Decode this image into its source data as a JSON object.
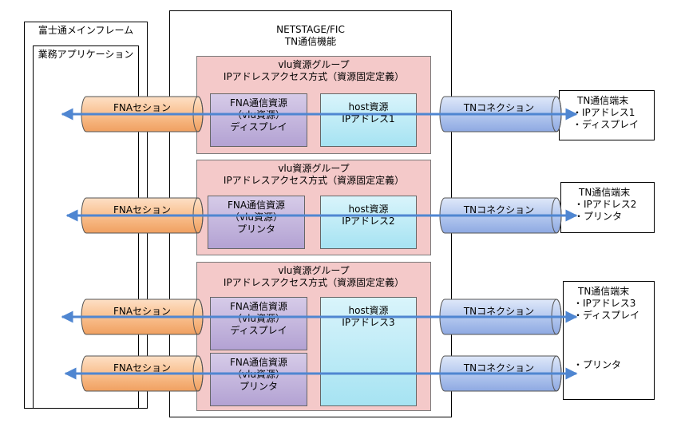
{
  "mainframe": {
    "title": "富士通メインフレーム",
    "app": "業務アプリケーション"
  },
  "netstage": {
    "line1": "NETSTAGE/FIC",
    "line2": "TN通信機能"
  },
  "groups": [
    {
      "line1": "vlu資源グループ",
      "line2": "IPアドレスアクセス方式（資源固定定義）"
    },
    {
      "line1": "vlu資源グループ",
      "line2": "IPアドレスアクセス方式（資源固定定義）"
    },
    {
      "line1": "vlu資源グループ",
      "line2": "IPアドレスアクセス方式（資源固定定義）"
    }
  ],
  "fna_resources": [
    {
      "l1": "FNA通信資源",
      "l2": "（vlu資源）",
      "l3": "ディスプレイ"
    },
    {
      "l1": "FNA通信資源",
      "l2": "（vlu資源）",
      "l3": "プリンタ"
    },
    {
      "l1": "FNA通信資源",
      "l2": "（vlu資源）",
      "l3": "ディスプレイ"
    },
    {
      "l1": "FNA通信資源",
      "l2": "（vlu資源）",
      "l3": "プリンタ"
    }
  ],
  "host_resources": [
    {
      "l1": "host資源",
      "l2": "IPアドレス1"
    },
    {
      "l1": "host資源",
      "l2": "IPアドレス2"
    },
    {
      "l1": "host資源",
      "l2": "IPアドレス3"
    }
  ],
  "fna_session_label": "FNAセション",
  "tn_connection_label": "TNコネクション",
  "terminals": [
    {
      "title": "TN通信端末",
      "items": [
        "・IPアドレス1",
        "・ディスプレイ"
      ]
    },
    {
      "title": "TN通信端末",
      "items": [
        "・IPアドレス2",
        "・プリンタ"
      ]
    },
    {
      "title": "TN通信端末",
      "items": [
        "・IPアドレス3",
        "・ディスプレイ",
        "・プリンタ"
      ]
    }
  ],
  "colors": {
    "group_fill": "#f4c9c9",
    "fna_resource": "#c4b6de",
    "host_resource": "#bdebf7",
    "fna_pipe": "#f9c08f",
    "tn_pipe": "#b5c9ef",
    "arrow": "#4f86d1"
  }
}
